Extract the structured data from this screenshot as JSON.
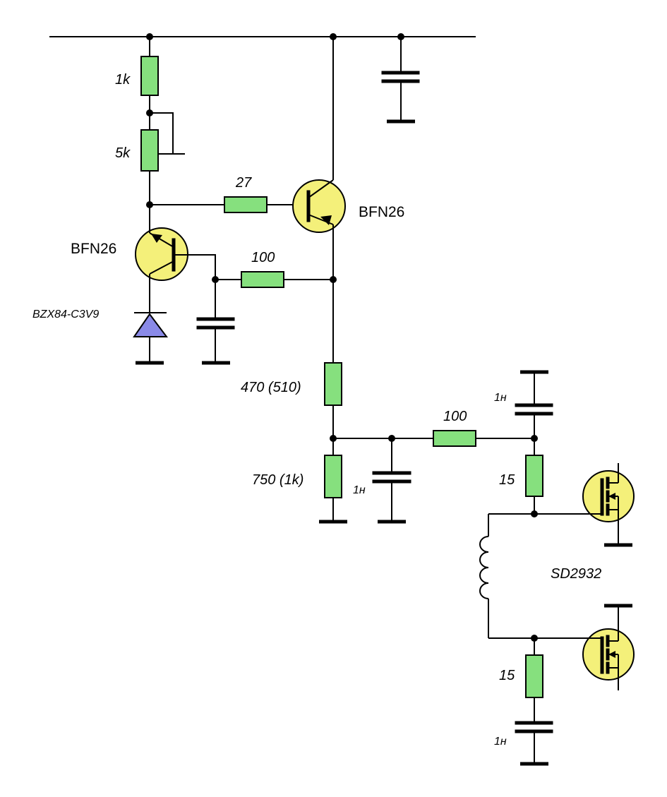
{
  "colors": {
    "resistor_fill": "#86e07e",
    "transistor_fill": "#f4f07a",
    "diode_fill": "#8a8ae8",
    "wire": "#000000",
    "background": "#ffffff"
  },
  "labels": {
    "r_1k": "1k",
    "r_5k": "5k",
    "r_27": "27",
    "q1": "BFN26",
    "q2": "BFN26",
    "r_100_top": "100",
    "diode": "BZX84-C3V9",
    "r_470": "470 (510)",
    "r_750": "750 (1k)",
    "c_1n_mid": "1н",
    "r_100_mid": "100",
    "c_1n_top": "1н",
    "r_15_top": "15",
    "mosfet": "SD2932",
    "r_15_bot": "15",
    "c_1n_bot": "1н"
  }
}
